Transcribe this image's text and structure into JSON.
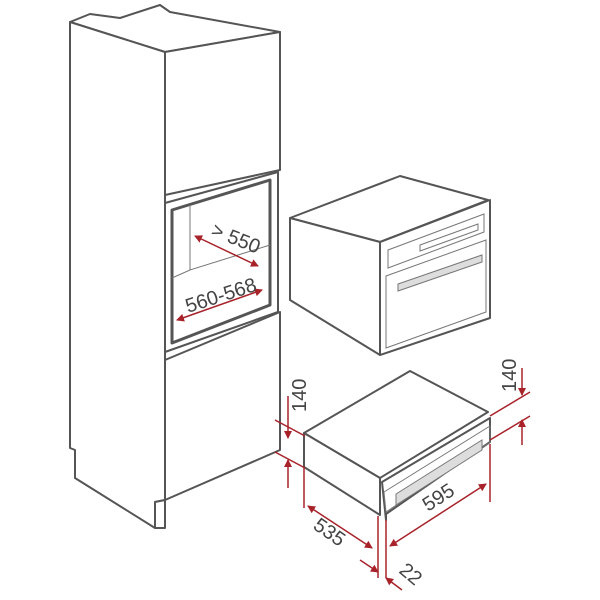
{
  "dimensions": {
    "niche_depth": "> 550",
    "niche_width": "560-568",
    "height_left": "140",
    "height_right": "140",
    "depth": "535",
    "width": "595",
    "front_thickness": "22"
  },
  "colors": {
    "dimension_line": "#a8222a",
    "outline": "#555555"
  }
}
